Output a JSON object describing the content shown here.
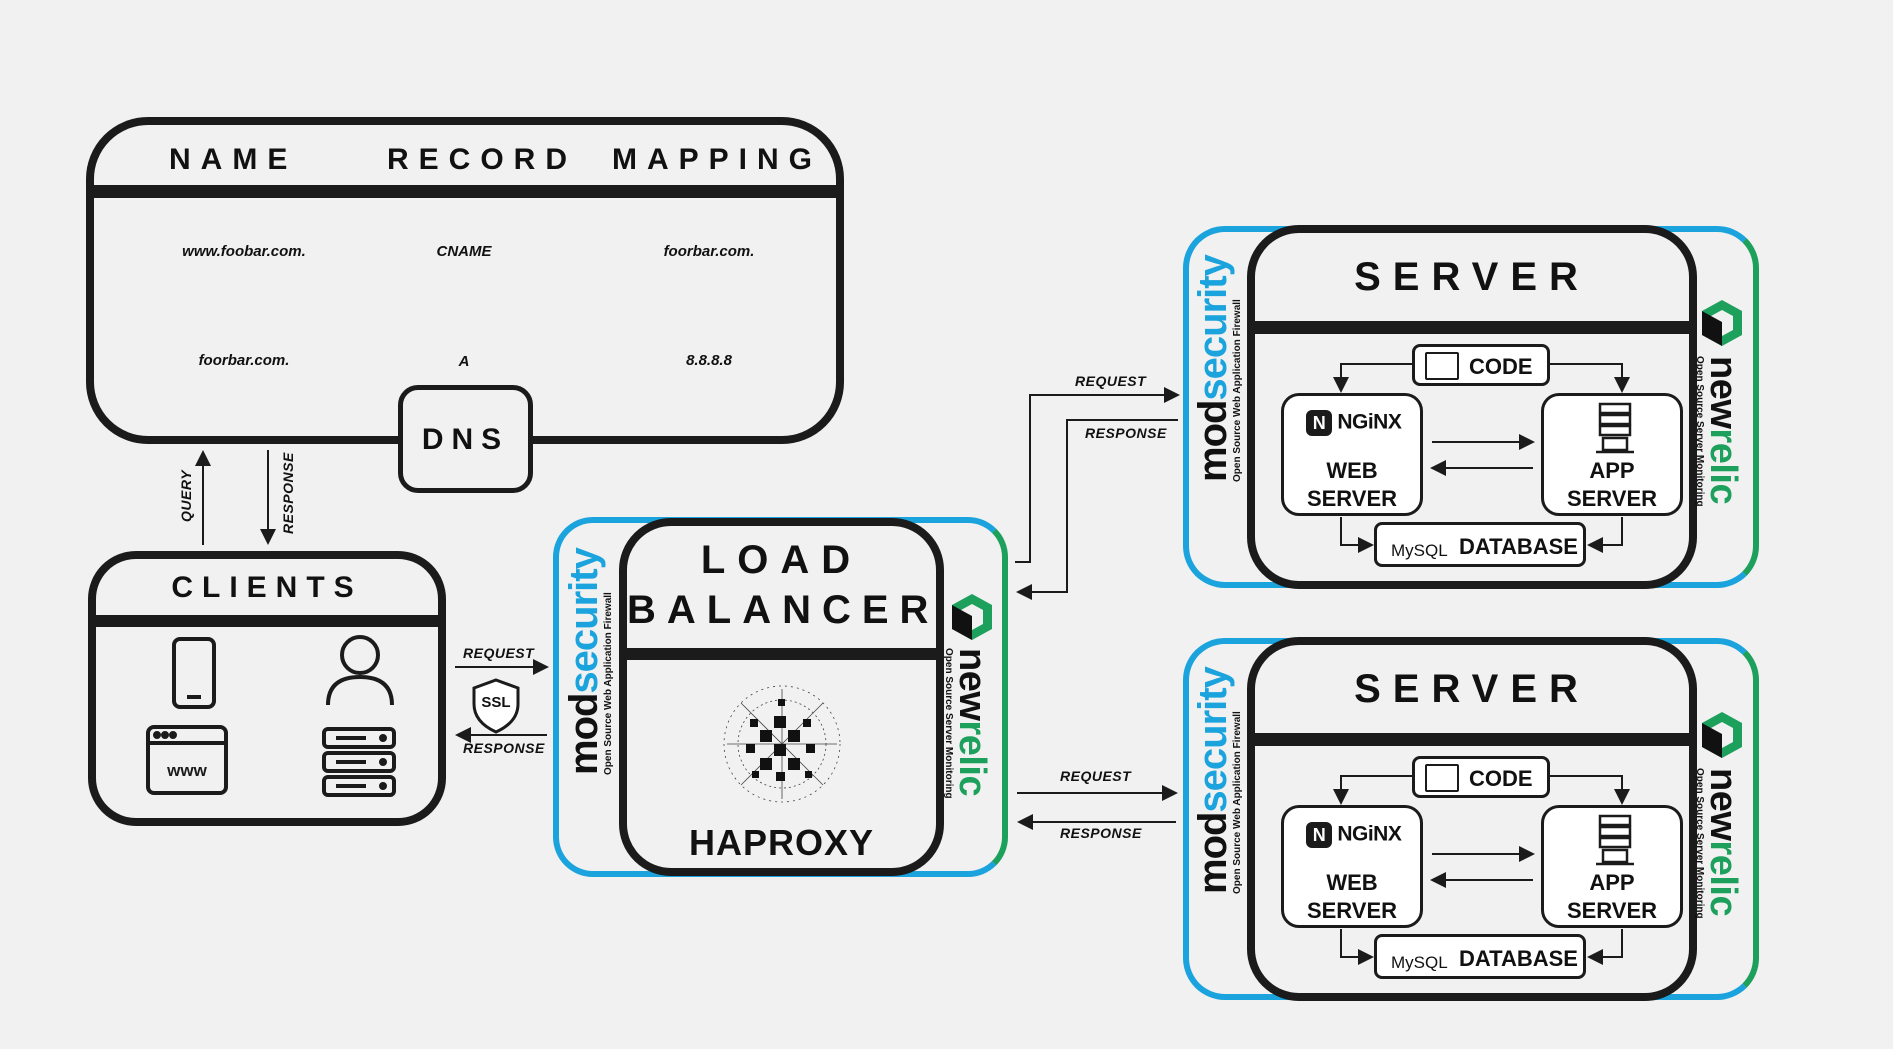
{
  "dns_table": {
    "headers": [
      "NAME",
      "RECORD",
      "MAPPING"
    ],
    "rows": [
      {
        "name": "www.foobar.com.",
        "record": "CNAME",
        "mapping": "foorbar.com."
      },
      {
        "name": "foorbar.com.",
        "record": "A",
        "mapping": "8.8.8.8"
      }
    ],
    "badge": "DNS"
  },
  "clients": {
    "title": "CLIENTS"
  },
  "client_dns_arrows": {
    "query": "QUERY",
    "response": "RESPONSE"
  },
  "client_lb_arrows": {
    "request": "REQUEST",
    "response": "RESPONSE",
    "ssl": "SSL"
  },
  "load_balancer": {
    "title_line1": "LOAD",
    "title_line2": "BALANCER",
    "product": "HAPROXY"
  },
  "modsecurity": {
    "mod": "mod",
    "security": "security",
    "tagline": "Open Source Web Application Firewall"
  },
  "newrelic": {
    "new": "new",
    "relic": "relic",
    "tagline": "Open Source Server Monitoring"
  },
  "lb_server_arrows": [
    {
      "request": "REQUEST",
      "response": "RESPONSE"
    },
    {
      "request": "REQUEST",
      "response": "RESPONSE"
    }
  ],
  "servers": [
    {
      "title": "SERVER",
      "code": "CODE",
      "nginx": "NGiNX",
      "web_line1": "WEB",
      "web_line2": "SERVER",
      "app_line1": "APP",
      "app_line2": "SERVER",
      "mysql": "MySQL",
      "database": "DATABASE"
    },
    {
      "title": "SERVER",
      "code": "CODE",
      "nginx": "NGiNX",
      "web_line1": "WEB",
      "web_line2": "SERVER",
      "app_line1": "APP",
      "app_line2": "SERVER",
      "mysql": "MySQL",
      "database": "DATABASE"
    }
  ],
  "colors": {
    "modsecurity_blue": "#1aa3dd",
    "newrelic_green": "#1ca05c",
    "outline": "#1b1b1b",
    "background": "#f1f1f1"
  }
}
